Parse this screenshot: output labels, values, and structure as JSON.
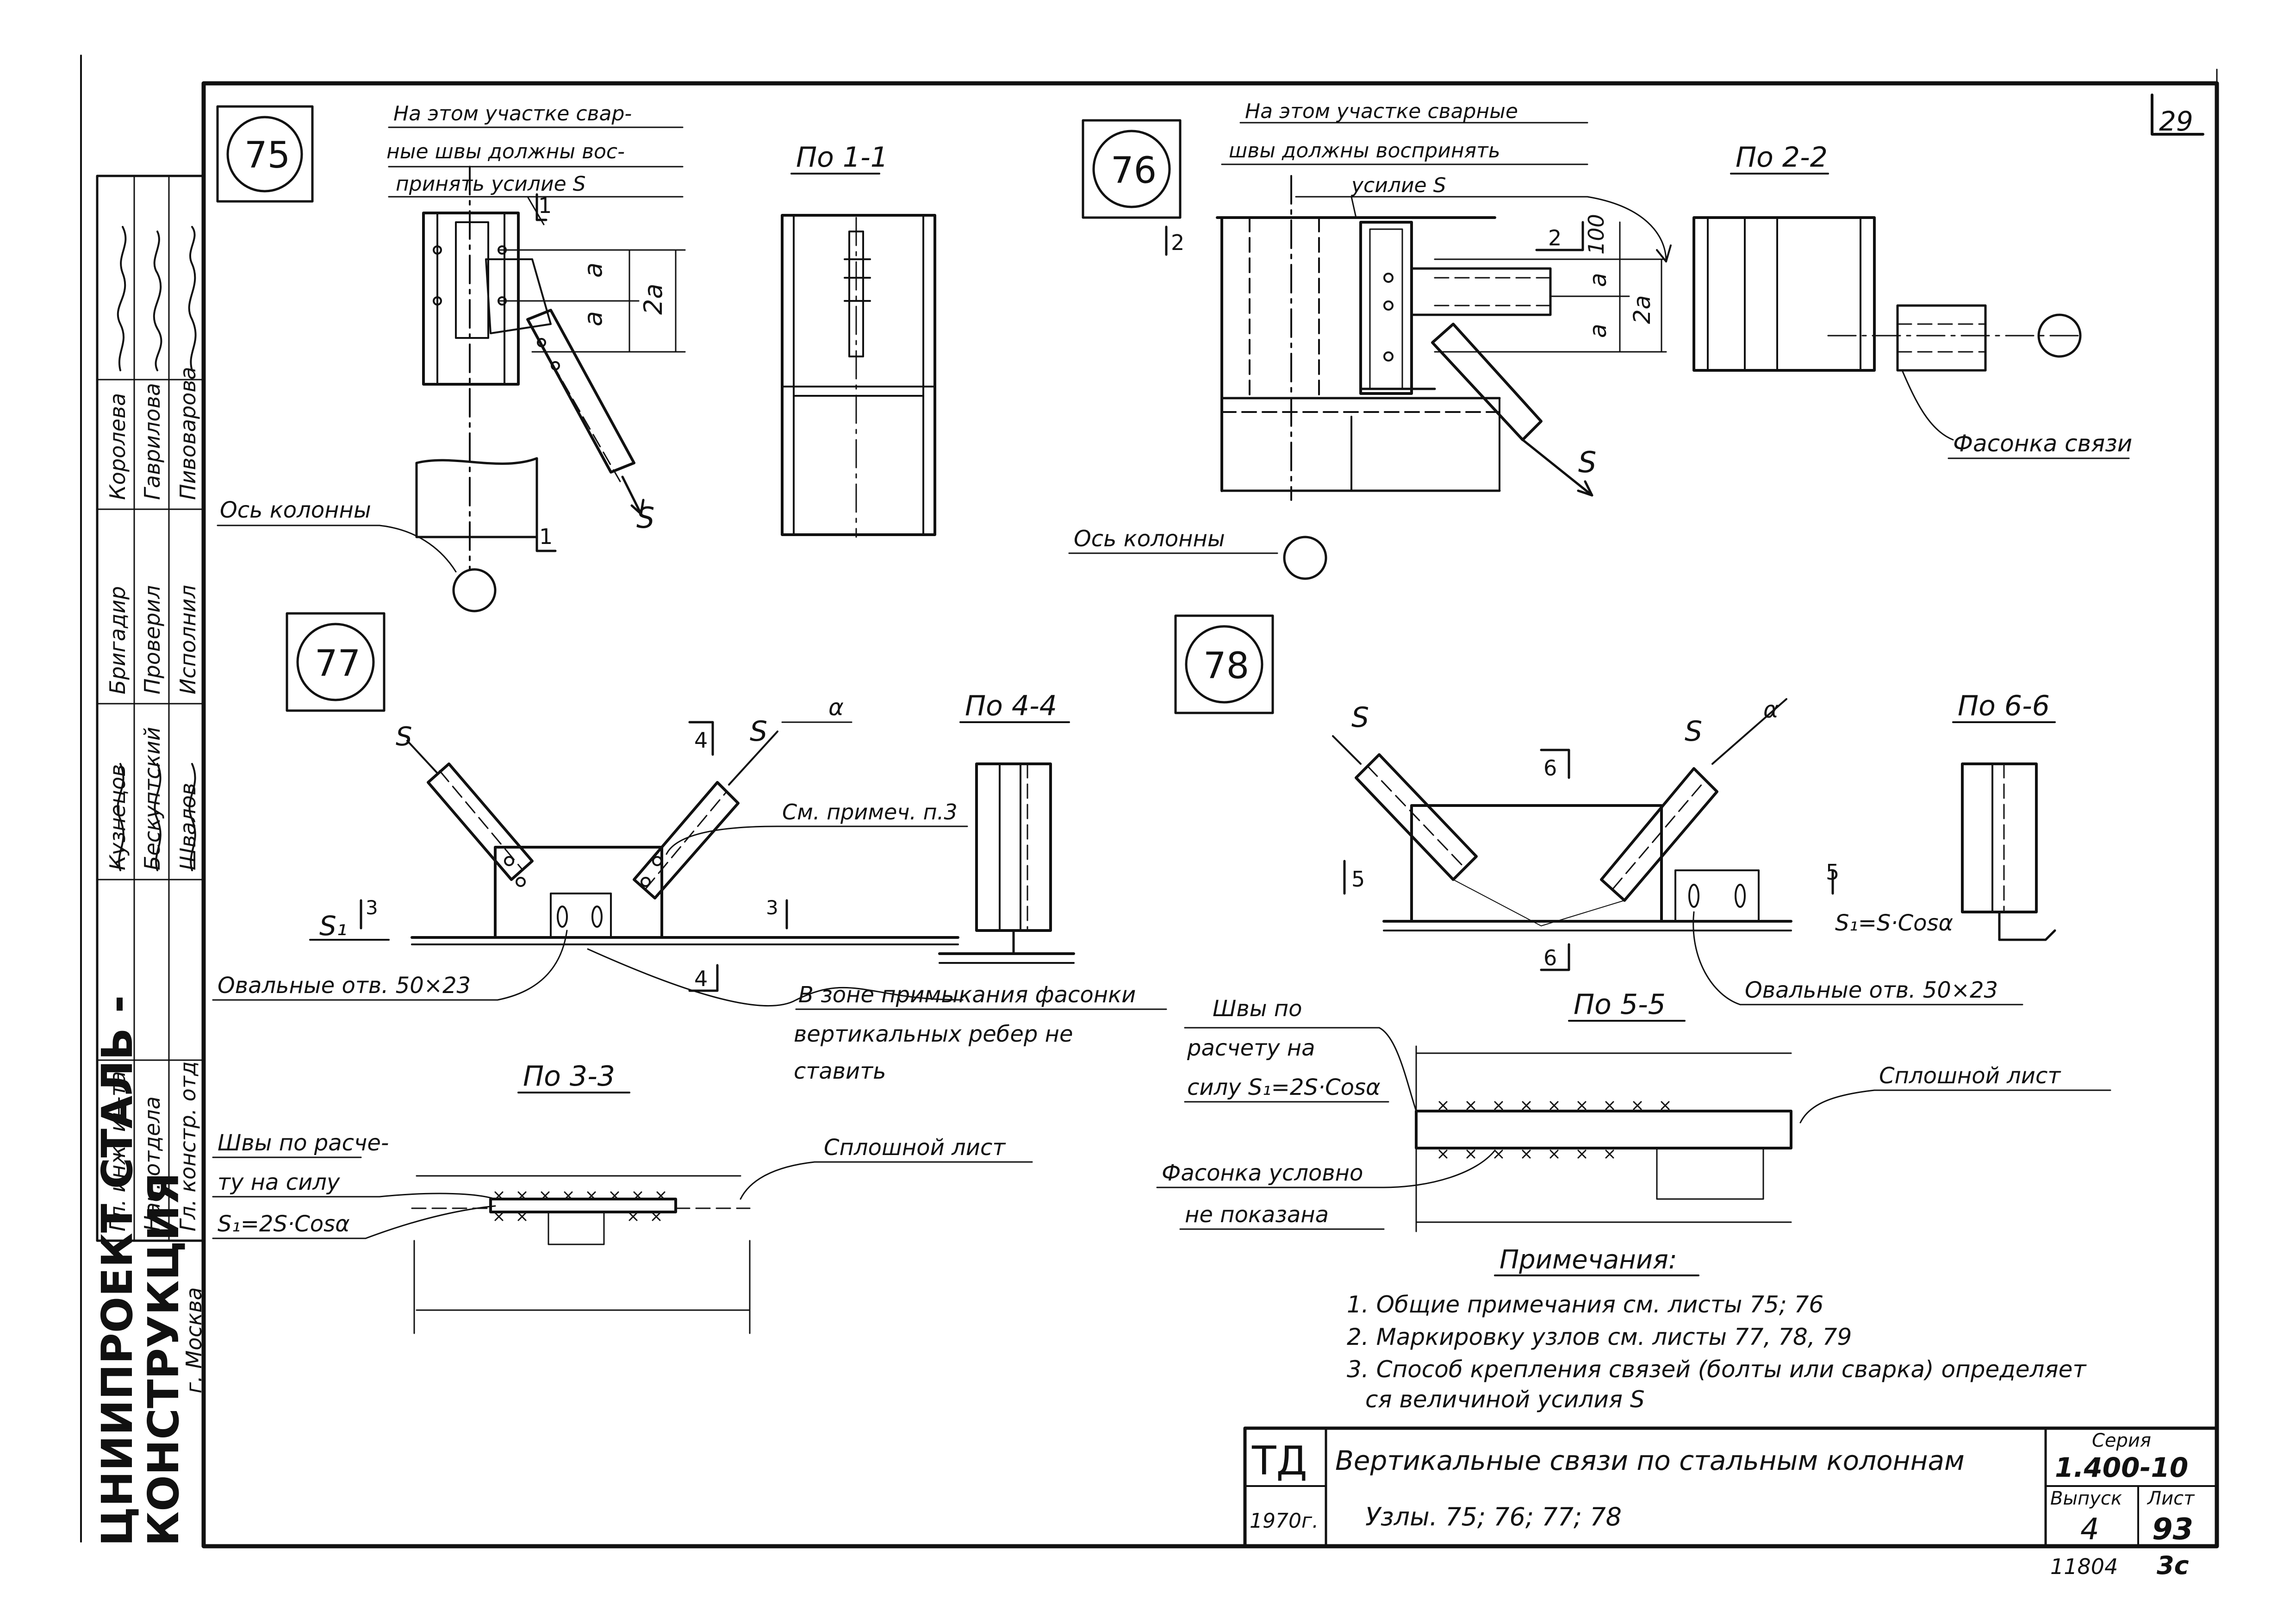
{
  "sheet": {
    "number": "29",
    "notes_title": "Примечания:",
    "notes": [
      "1. Общие примечания см. листы 75; 76",
      "2. Маркировку узлов см. листы 77, 78, 79",
      "3. Способ крепления связей (болты или сварка) определяет",
      "ся величиной усилия S"
    ]
  },
  "org": {
    "name_line1": "ЦНИИПРОЕКТ СТАЛЬ -",
    "name_line2": "КОНСТРУКЦИЯ",
    "city": "г. Москва"
  },
  "signatures": {
    "roles": [
      "Гл. инж. ин-та",
      "Нач. отдела",
      "Гл. констр. отд",
      "Бригадир",
      "Проверил",
      "Исполнил"
    ],
    "names": [
      "Кузнецов",
      "Бескуптский",
      "Швалов",
      "Королева",
      "Гаврилова",
      "Пивоварова"
    ]
  },
  "title_block": {
    "td": "ТД",
    "year": "1970г.",
    "title": "Вертикальные связи по стальным колоннам",
    "subtitle": "Узлы. 75; 76; 77; 78",
    "series_label": "Серия",
    "series": "1.400-10",
    "issue_label": "Выпуск",
    "issue": "4",
    "sheet_label": "Лист",
    "sheet": "93",
    "inv": "11804",
    "extra": "3с"
  },
  "node75": {
    "id": "75",
    "note": [
      "На этом участке свар-",
      "ные швы должны вос-",
      "принять усилие S"
    ],
    "section": "По 1-1",
    "axis": "Ось колонны",
    "cut": "1",
    "dim_a": "a",
    "dim_2a": "2a",
    "force": "S"
  },
  "node76": {
    "id": "76",
    "note": [
      "На этом участке сварные",
      "швы должны воспринять",
      "усилие S"
    ],
    "section": "По 2-2",
    "axis": "Ось колонны",
    "gusset": "Фасонка связи",
    "cut": "2",
    "dim_100": "100",
    "dim_a": "a",
    "dim_2a": "2a",
    "force": "S"
  },
  "node77": {
    "id": "77",
    "section44": "По 4-4",
    "section33": "По 3-3",
    "holes": "Овальные отв. 50×23",
    "see_note": "См. примеч. п.3",
    "zone": [
      "В зоне примыкания фасонки",
      "вертикальных ребер не",
      "ставить"
    ],
    "welds": [
      "Швы по расче-",
      "ту на силу",
      "S₁=2S·Cosα"
    ],
    "plate": "Сплошной лист",
    "cut3": "3",
    "cut4": "4",
    "force": "S",
    "force1": "S₁",
    "alpha": "α"
  },
  "node78": {
    "id": "78",
    "section66": "По 6-6",
    "section55": "По 5-5",
    "holes": "Овальные отв. 50×23",
    "welds": [
      "Швы по",
      "расчету на",
      "силу S₁=2S·Cosα"
    ],
    "gusset": [
      "Фасонка условно",
      "не показана"
    ],
    "plate": "Сплошной лист",
    "formula": "S₁=S·Cosα",
    "cut5": "5",
    "cut6": "6",
    "force": "S",
    "alpha": "α"
  }
}
